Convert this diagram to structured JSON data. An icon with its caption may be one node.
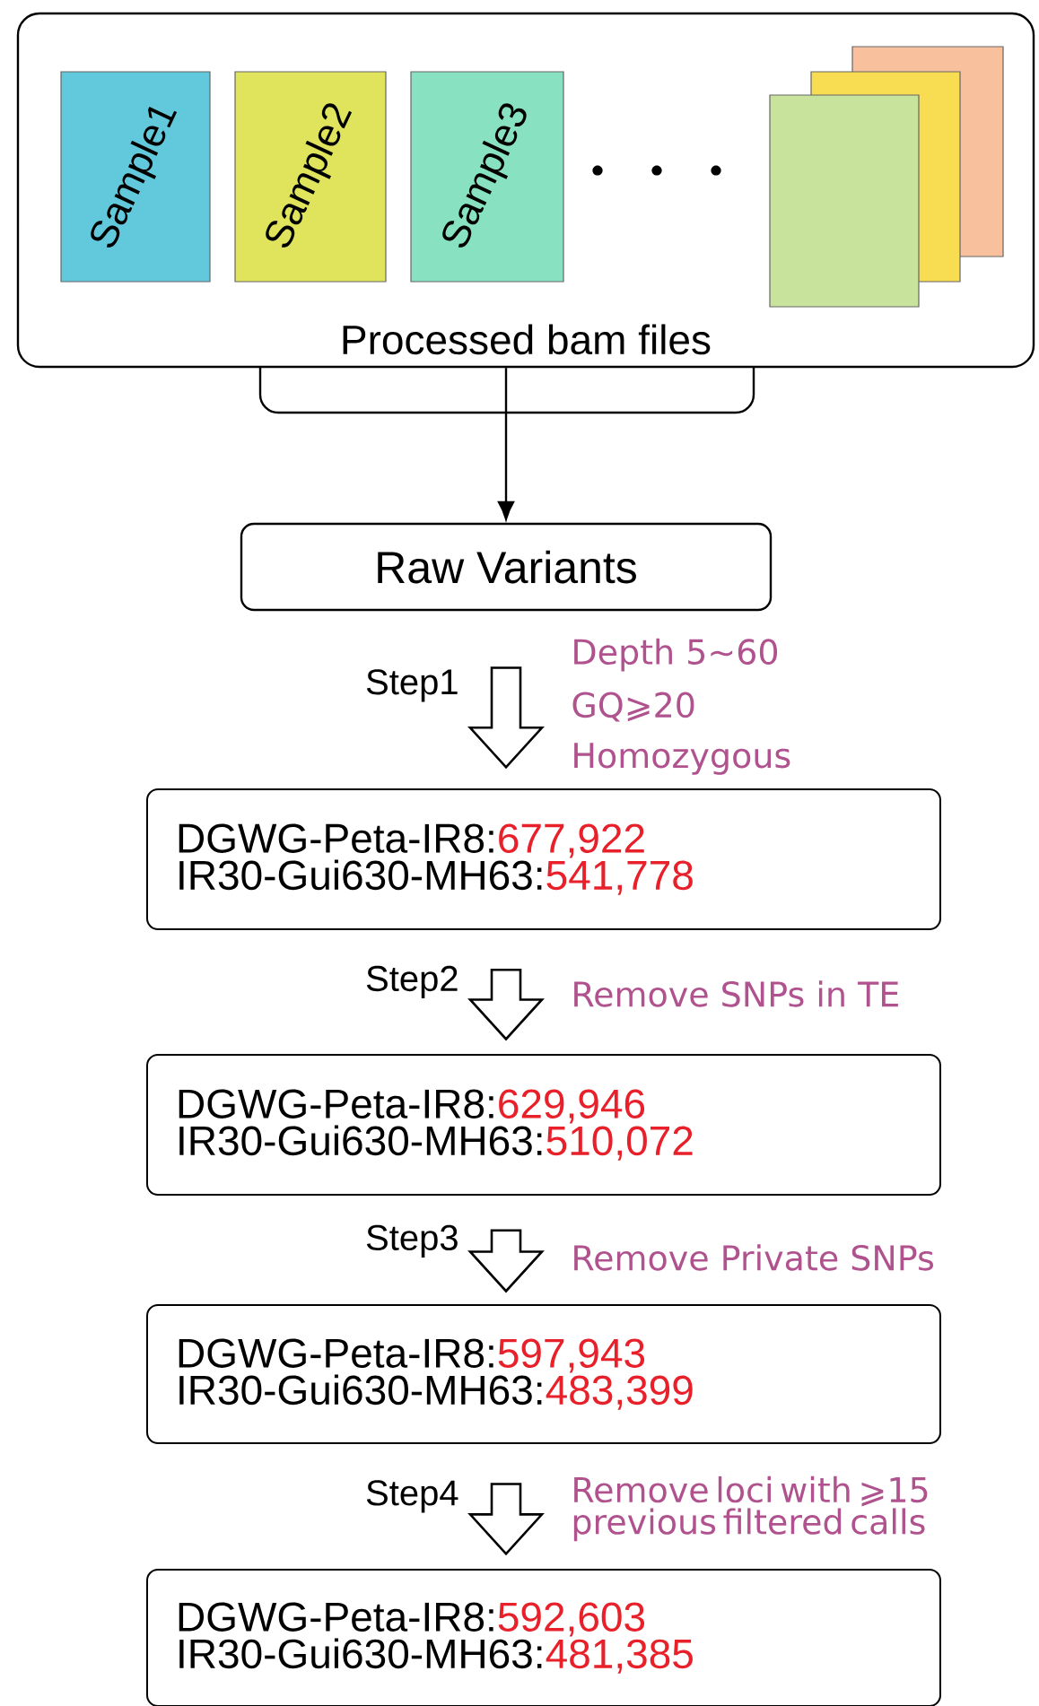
{
  "diagram": {
    "nodes": [
      {
        "text": [
          "Processed bam files"
        ]
      },
      {
        "text": [
          "Sample1"
        ],
        "in": 0
      },
      {
        "text": [
          "Sample2"
        ],
        "in": 0
      },
      {
        "text": [
          "Sample3"
        ],
        "in": 0
      },
      {
        "text": [],
        "shape": "box",
        "in": 0
      },
      {
        "text": [],
        "shape": "box",
        "in": 0
      },
      {
        "text": [],
        "shape": "box",
        "in": 0
      },
      {
        "text": [
          "Raw Variants"
        ]
      },
      {
        "text": [
          "DGWG-Peta-IR8:",
          "677,922",
          "IR30-Gui630-MH63:",
          "541,778"
        ]
      },
      {
        "text": [
          "DGWG-Peta-IR8:",
          "629,946",
          "IR30-Gui630-MH63:",
          "510,072"
        ]
      },
      {
        "text": [
          "DGWG-Peta-IR8:",
          "597,943",
          "IR30-Gui630-MH63:",
          "483,399"
        ]
      },
      {
        "text": [
          "DGWG-Peta-IR8:",
          "592,603",
          "IR30-Gui630-MH63:",
          "481,385"
        ]
      }
    ],
    "edges": [
      {
        "from": 0,
        "to": 7,
        "arrow": "to"
      },
      {
        "from": 7,
        "to": 8,
        "arrow": "to",
        "label": "Step1",
        "style": "thick"
      },
      {
        "from": 8,
        "to": 9,
        "arrow": "to",
        "label": "Step2",
        "style": "thick"
      },
      {
        "from": 9,
        "to": 10,
        "arrow": "to",
        "label": "Step3",
        "style": "thick"
      },
      {
        "from": 10,
        "to": 11,
        "arrow": "to",
        "label": "Step4",
        "style": "thick"
      }
    ],
    "labels": [
      "Depth 5~60",
      "GQ⩾20",
      "Homozygous",
      "Remove SNPs in TE",
      "Remove Private SNPs",
      "Remove loci with ⩾15 previous filtered calls"
    ]
  }
}
